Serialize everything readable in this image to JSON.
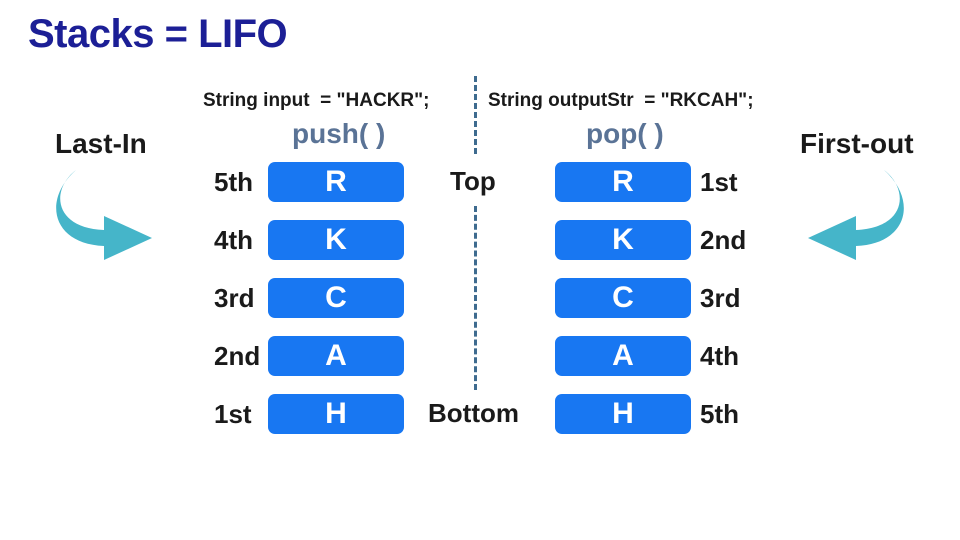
{
  "title": "Stacks = LIFO",
  "left": {
    "code": "String input  = \"HACKR\";",
    "operation": "push( )",
    "side_label": "Last-In",
    "arrow_icon": "curved-arrow-right-icon",
    "rows": [
      {
        "order": "5th",
        "letter": "R"
      },
      {
        "order": "4th",
        "letter": "K"
      },
      {
        "order": "3rd",
        "letter": "C"
      },
      {
        "order": "2nd",
        "letter": "A"
      },
      {
        "order": "1st",
        "letter": "H"
      }
    ]
  },
  "right": {
    "code": "String outputStr  = \"RKCAH\";",
    "operation": "pop( )",
    "side_label": "First-out",
    "arrow_icon": "curved-arrow-left-icon",
    "rows": [
      {
        "order": "1st",
        "letter": "R"
      },
      {
        "order": "2nd",
        "letter": "K"
      },
      {
        "order": "3rd",
        "letter": "C"
      },
      {
        "order": "4th",
        "letter": "A"
      },
      {
        "order": "5th",
        "letter": "H"
      }
    ]
  },
  "markers": {
    "top": "Top",
    "bottom": "Bottom"
  },
  "colors": {
    "title": "#1c1f96",
    "cell": "#1877f2",
    "operation": "#5a7396",
    "arrow": "#45b5c9",
    "divider": "#3e6b8f"
  }
}
